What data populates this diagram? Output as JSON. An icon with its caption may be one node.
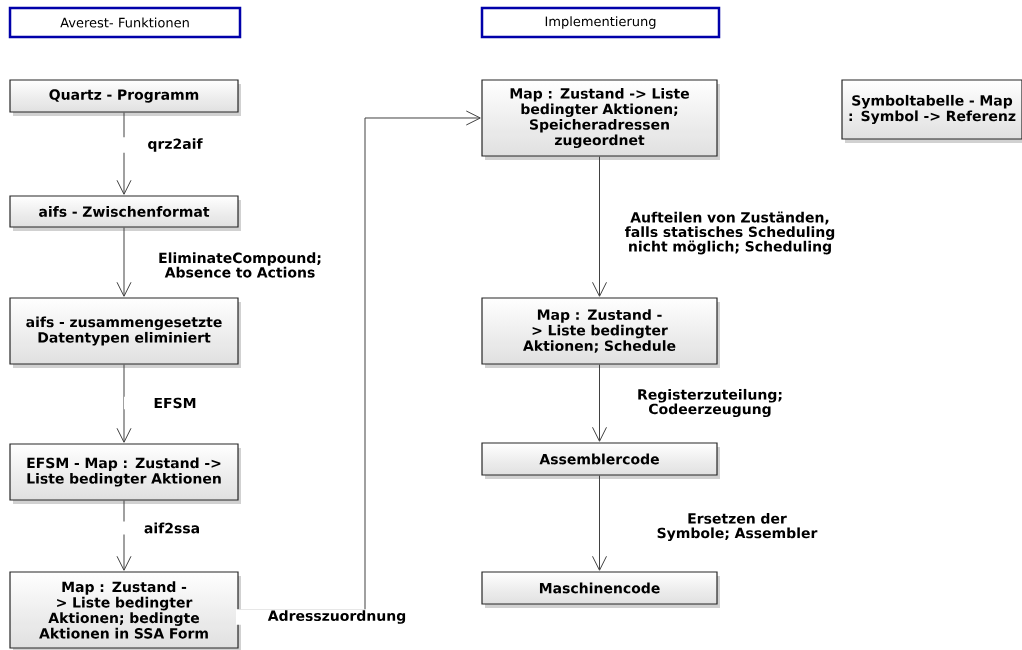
{
  "diagram": {
    "nodes": [
      {
        "text": [
          "Averest- Funktionen"
        ]
      },
      {
        "text": [
          "Implementierung"
        ]
      },
      {
        "text": [
          "Quartz - Programm"
        ]
      },
      {
        "text": [
          "aifs - Zwischenformat"
        ]
      },
      {
        "text": [
          "aifs - zusammengesetzte Datentypen eliminiert"
        ]
      },
      {
        "text": [
          "EFSM - Map : Zustand -> Liste bedingter Aktionen"
        ]
      },
      {
        "text": [
          "Map : Zustand -> Liste bedingter Aktionen; bedingte Aktionen in SSA Form"
        ]
      },
      {
        "text": [
          "Map : Zustand -> Liste bedingter Aktionen; Speicheradressen zugeordnet"
        ]
      },
      {
        "text": [
          "Symboltabelle - Map : Symbol -> Referenz"
        ]
      },
      {
        "text": [
          "Map : Zustand -> Liste bedingter Aktionen; Schedule"
        ]
      },
      {
        "text": [
          "Assemblercode"
        ]
      },
      {
        "text": [
          "Maschinencode"
        ]
      }
    ],
    "edges": [
      {
        "from": 2,
        "to": 3,
        "arrow": "to",
        "label": "qrz2aif"
      },
      {
        "from": 3,
        "to": 4,
        "arrow": "to",
        "label": "EliminateCompound; Absence to Actions"
      },
      {
        "from": 4,
        "to": 5,
        "arrow": "to",
        "label": "EFSM"
      },
      {
        "from": 5,
        "to": 6,
        "arrow": "to",
        "label": "aif2ssa"
      },
      {
        "from": 6,
        "to": 7,
        "arrow": "to",
        "label": "Adresszuordnung"
      },
      {
        "from": 7,
        "to": 9,
        "arrow": "to",
        "label": "Aufteilen von Zuständen, falls statisches Scheduling nicht möglich; Scheduling"
      },
      {
        "from": 9,
        "to": 10,
        "arrow": "to",
        "label": "Registerzuteilung; Codeerzeugung"
      },
      {
        "from": 10,
        "to": 11,
        "arrow": "to",
        "label": "Ersetzen der Symbole; Assembler"
      }
    ]
  }
}
